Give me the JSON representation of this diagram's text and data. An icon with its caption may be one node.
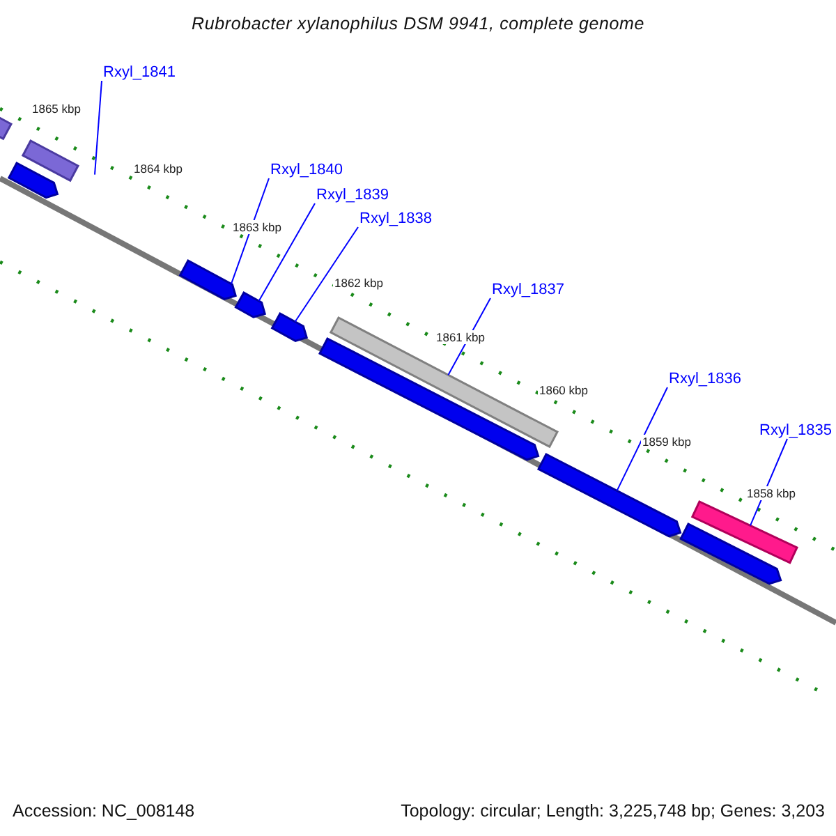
{
  "diagram": {
    "title": "Rubrobacter xylanophilus DSM 9941, complete genome",
    "nodes": [
      {
        "text": [
          "Rxyl_1841"
        ]
      },
      {
        "text": [
          "Rxyl_1840"
        ]
      },
      {
        "text": [
          "Rxyl_1839"
        ]
      },
      {
        "text": [
          "Rxyl_1838"
        ]
      },
      {
        "text": [
          "Rxyl_1837"
        ]
      },
      {
        "text": [
          "Rxyl_1836"
        ]
      },
      {
        "text": [
          "Rxyl_1835"
        ]
      },
      {
        "text": [],
        "shape": "bar"
      },
      {
        "text": [],
        "shape": "bar"
      },
      {
        "text": [],
        "shape": "arrow"
      },
      {
        "text": [],
        "shape": "arrow"
      },
      {
        "text": [],
        "shape": "arrow"
      },
      {
        "text": [],
        "shape": "arrow"
      },
      {
        "text": [],
        "shape": "bar"
      },
      {
        "text": [],
        "shape": "arrow"
      },
      {
        "text": [],
        "shape": "arrow"
      },
      {
        "text": [],
        "shape": "bar"
      },
      {
        "text": [],
        "shape": "arrow"
      }
    ],
    "edges": [
      {
        "from": 0,
        "to": 8,
        "arrow": "none"
      },
      {
        "from": 1,
        "to": 10,
        "arrow": "none"
      },
      {
        "from": 2,
        "to": 11,
        "arrow": "none"
      },
      {
        "from": 3,
        "to": 12,
        "arrow": "none"
      },
      {
        "from": 4,
        "to": 13,
        "arrow": "none"
      },
      {
        "from": 5,
        "to": 15,
        "arrow": "none"
      },
      {
        "from": 6,
        "to": 16,
        "arrow": "none"
      }
    ],
    "labels": [
      "1865 kbp",
      "1864 kbp",
      "1863 kbp",
      "1862 kbp",
      "1861 kbp",
      "1860 kbp",
      "1859 kbp",
      "1858 kbp",
      "Accession: NC_008148",
      "Topology: circular; Length: 3,225,748 bp; Genes: 3,203"
    ]
  }
}
